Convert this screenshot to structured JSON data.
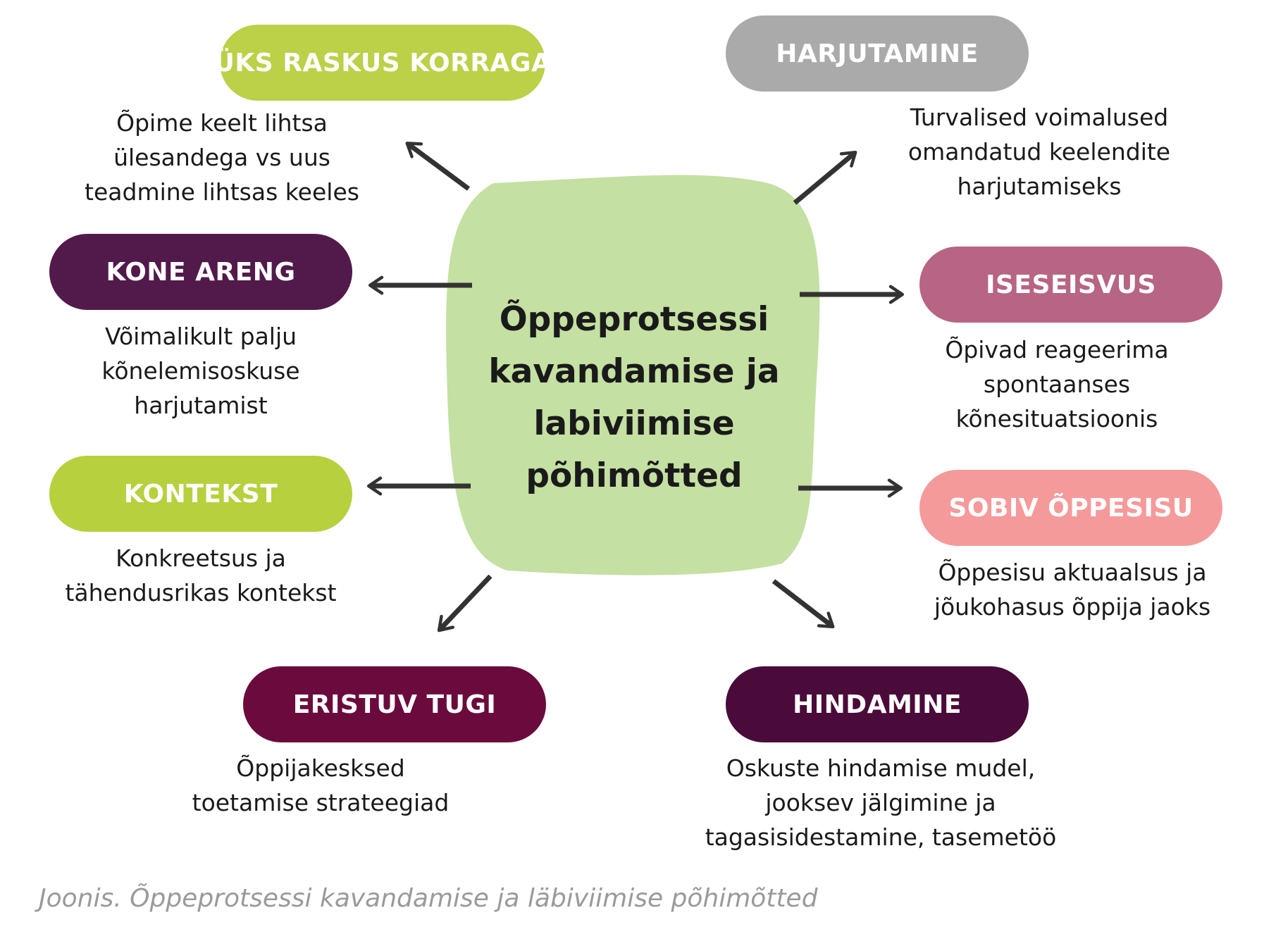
{
  "center": {
    "title": "Õppeprotsessi\nkavandamise ja\nlabiviimise\npõhimõtted",
    "color": "#c4e0a2"
  },
  "principles": [
    {
      "title": "ÜKS RASKUS KORRAGA",
      "description": "Õpime keelt lihtsa\nülesandega vs uus\nteadmine lihtsas keeles",
      "color": "#bcd048"
    },
    {
      "title": "HARJUTAMINE",
      "description": "Turvalised voimalused\nomandatud keelendite\nharjutamiseks",
      "color": "#aaaaaa"
    },
    {
      "title": "KONE ARENG",
      "description": "Võimalikult palju\nkõnelemisoskuse\nharjutamist",
      "color": "#521a4b"
    },
    {
      "title": "ISESEISVUS",
      "description": "Õpivad reageerima\nspontaanses\nkõnesituatsioonis",
      "color": "#b86484"
    },
    {
      "title": "KONTEKST",
      "description": "Konkreetsus ja\ntähendusrikas kontekst",
      "color": "#b7d03e"
    },
    {
      "title": "SOBIV ÕPPESISU",
      "description": "Õppesisu aktuaalsus ja\njõukohasus õppija jaoks",
      "color": "#f59a9a"
    },
    {
      "title": "ERISTUV TUGI",
      "description": "Õppijakesksed\ntoetamise strateegiad",
      "color": "#6b0b3d"
    },
    {
      "title": "HINDAMINE",
      "description": "Oskuste hindamise mudel,\njooksev jälgimine ja\ntagasisidestamine, tasemetöö",
      "color": "#4a0b3a"
    }
  ],
  "caption": "Joonis. Õppeprotsessi kavandamise ja läbiviimise põhimõtted",
  "arrow_color": "#333333"
}
